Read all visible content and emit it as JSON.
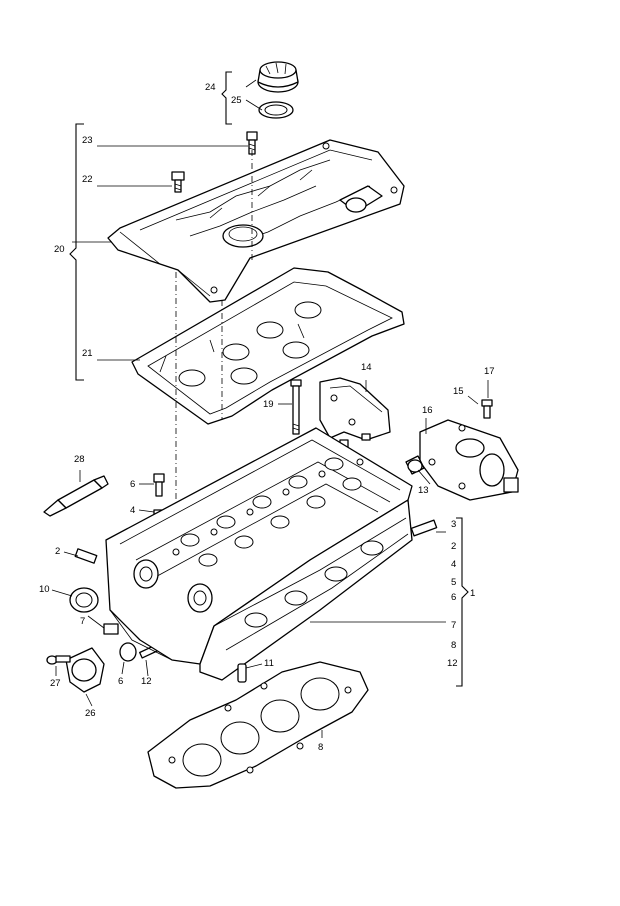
{
  "callouts": {
    "c1": "1",
    "c2": "2",
    "c3": "3",
    "c4": "4",
    "c5": "5",
    "c6": "6",
    "c7": "7",
    "c8": "8",
    "c10": "10",
    "c11": "11",
    "c12": "12",
    "c13": "13",
    "c14": "14",
    "c15": "15",
    "c16": "16",
    "c17": "17",
    "c19": "19",
    "c20": "20",
    "c21": "21",
    "c22": "22",
    "c23": "23",
    "c24": "24",
    "c25": "25",
    "c26": "26",
    "c27": "27",
    "c28": "28"
  },
  "right_group": [
    "3",
    "2",
    "4",
    "5",
    "6",
    "7",
    "8",
    "12"
  ]
}
